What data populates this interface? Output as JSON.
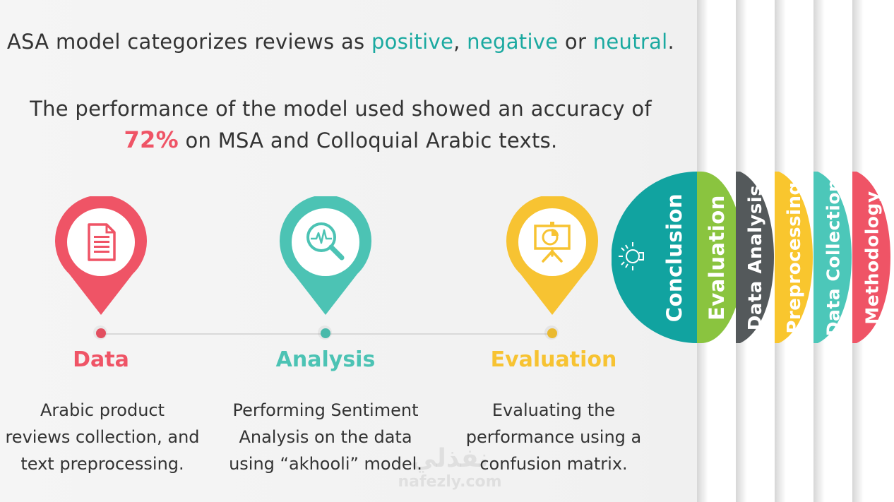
{
  "intro": {
    "prefix": "ASA model categorizes reviews as ",
    "positive": "positive",
    "comma": ", ",
    "negative": "negative",
    "or": " or ",
    "neutral": "neutral",
    "period": "."
  },
  "performance": {
    "line1": "The performance of the model used showed an accuracy of",
    "pct": "72%",
    "line2_rest": " on MSA and Colloquial Arabic texts."
  },
  "steps": [
    {
      "title": "Data",
      "desc": [
        "Arabic product",
        "reviews collection, and",
        "text preprocessing."
      ],
      "color": "#ef5466",
      "icon": "document-icon"
    },
    {
      "title": "Analysis",
      "desc": [
        "Performing Sentiment",
        "Analysis on the data",
        "using “akhooli” model."
      ],
      "color": "#4cc3b4",
      "icon": "magnifier-chart-icon"
    },
    {
      "title": "Evaluation",
      "desc": [
        "Evaluating the",
        "performance using a",
        "confusion matrix."
      ],
      "color": "#f7c332",
      "icon": "presentation-icon"
    }
  ],
  "tabs": [
    {
      "label": "Conclusion",
      "color": "#11a3a0",
      "icon": "lightbulb-icon"
    },
    {
      "label": "Evaluation",
      "color": "#8ac43f"
    },
    {
      "label": "Data Analysis",
      "color": "#54595b"
    },
    {
      "label": "Preprocessing",
      "color": "#f9c62e"
    },
    {
      "label": "Data Collection",
      "color": "#4cc7b9"
    },
    {
      "label": "Methodology",
      "color": "#ef5466"
    }
  ],
  "watermark": {
    "arabic": "نفذلي",
    "latin": "nafezly.com"
  }
}
